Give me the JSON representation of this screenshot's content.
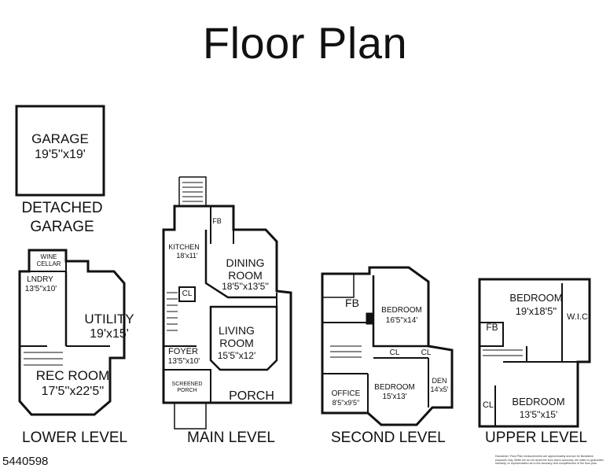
{
  "title": "Floor Plan",
  "listing_id": "5440598",
  "disclaimer": "Disclaimer: Floor Plan measurements are approximately and are for illustrative purposes only. While we do not doubt the floor plan's accuracy, we make no guarantee, warranty, or representation as to the accuracy and completeness of the floor plan.",
  "levels": {
    "detached": "DETACHED\nGARAGE",
    "lower": "LOWER LEVEL",
    "main": "MAIN LEVEL",
    "second": "SECOND LEVEL",
    "upper": "UPPER LEVEL"
  },
  "rooms": {
    "garage_name": "GARAGE",
    "garage_dim": "19'5''x19'",
    "wine": "WINE\nCELLAR",
    "lndry_name": "LNDRY",
    "lndry_dim": "13'5''x10'",
    "utility_name": "UTILITY",
    "utility_dim": "19'x15'",
    "rec_name": "REC ROOM",
    "rec_dim": "17'5''x22'5''",
    "fb_main": "FB",
    "kitchen_name": "KITCHEN",
    "kitchen_dim": "18'x11'",
    "dining": "DINING\nROOM",
    "dining_dim": "18'5''x13'5''",
    "cl_main": "CL",
    "living": "LIVING\nROOM",
    "living_dim": "15'5''x12'",
    "foyer_name": "FOYER",
    "foyer_dim": "13'5''x10'",
    "screened": "SCREENED\nPORCH",
    "porch": "PORCH",
    "fb_second": "FB",
    "bedroom2a_name": "BEDROOM",
    "bedroom2a_dim": "16'5''x14'",
    "cl2a": "CL",
    "cl2b": "CL",
    "office_name": "OFFICE",
    "office_dim": "8'5''x9'5''",
    "bedroom2b_name": "BEDROOM",
    "bedroom2b_dim": "15'x13'",
    "den_name": "DEN",
    "den_dim": "14'x5'",
    "bedroom3a_name": "BEDROOM",
    "bedroom3a_dim": "19'x18'5''",
    "wic": "W.I.C.",
    "fb_upper": "FB",
    "cl_upper": "CL",
    "bedroom3b_name": "BEDROOM",
    "bedroom3b_dim": "13'5''x15'"
  }
}
